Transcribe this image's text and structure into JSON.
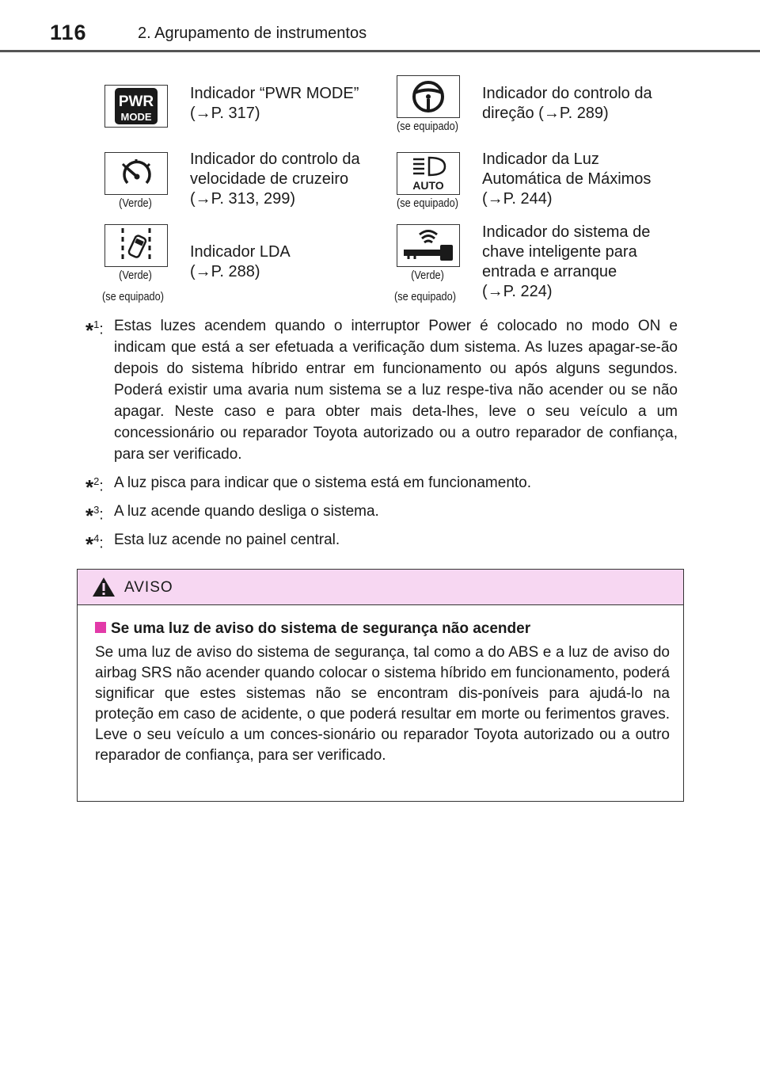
{
  "header": {
    "page_number": "116",
    "section": "2. Agrupamento de instrumentos"
  },
  "indicators": [
    {
      "icon": "pwr-mode-icon",
      "icon_text": [
        "PWR",
        "MODE"
      ],
      "sub": "",
      "label": [
        "Indicador “PWR MODE”",
        "(→P. 317)"
      ]
    },
    {
      "icon": "steering-wheel-icon",
      "sub": "(se equipado)",
      "label": [
        "Indicador do controlo da",
        "direção (→P. 289)"
      ]
    },
    {
      "icon": "cruise-control-icon",
      "sub": "(Verde)",
      "label": [
        "Indicador do controlo da",
        "velocidade de cruzeiro",
        "(→P. 313, 299)"
      ]
    },
    {
      "icon": "auto-high-beam-icon",
      "icon_text": [
        "AUTO"
      ],
      "sub": "(se equipado)",
      "label": [
        "Indicador da Luz",
        "Automática de Máximos",
        "(→P. 244)"
      ]
    },
    {
      "icon": "lda-icon",
      "sub": "(Verde)",
      "sub2": "(se equipado)",
      "label": [
        "Indicador LDA",
        "(→P. 288)"
      ]
    },
    {
      "icon": "smart-key-icon",
      "sub": "(Verde)",
      "sub2": "(se equipado)",
      "label": [
        "Indicador do sistema de",
        "chave inteligente para",
        "entrada e arranque",
        "(→P. 224)"
      ]
    }
  ],
  "notes": [
    {
      "mark": "1",
      "text": "Estas luzes acendem quando o interruptor Power é colocado no modo ON e indicam que está a ser efetuada a verificação dum sistema. As luzes apagar-se-ão depois do sistema híbrido entrar em funcionamento ou após alguns segundos. Poderá existir uma avaria num sistema se a luz respe-tiva não acender ou se não apagar. Neste caso e para obter mais deta-lhes, leve o seu veículo a um concessionário ou reparador Toyota autorizado ou a outro reparador de confiança, para ser verificado."
    },
    {
      "mark": "2",
      "text": "A luz pisca para indicar que o sistema está em funcionamento."
    },
    {
      "mark": "3",
      "text": "A luz acende quando desliga o sistema."
    },
    {
      "mark": "4",
      "text": "Esta luz acende no painel central."
    }
  ],
  "warning": {
    "title": "AVISO",
    "heading": "Se uma luz de aviso do sistema de segurança não acender",
    "body": "Se uma luz de aviso do sistema de segurança, tal como a do ABS e a luz de aviso do airbag SRS não acender quando colocar o sistema híbrido em funcionamento, poderá significar que estes sistemas não se encontram dis-poníveis para ajudá-lo na proteção em caso de acidente, o que poderá resultar em morte ou ferimentos graves. Leve o seu veículo a um conces-sionário ou reparador Toyota autorizado ou a outro reparador de confiança, para ser verificado."
  },
  "colors": {
    "warning_header_bg": "#f7d7f2",
    "warning_square": "#e23aa8"
  }
}
